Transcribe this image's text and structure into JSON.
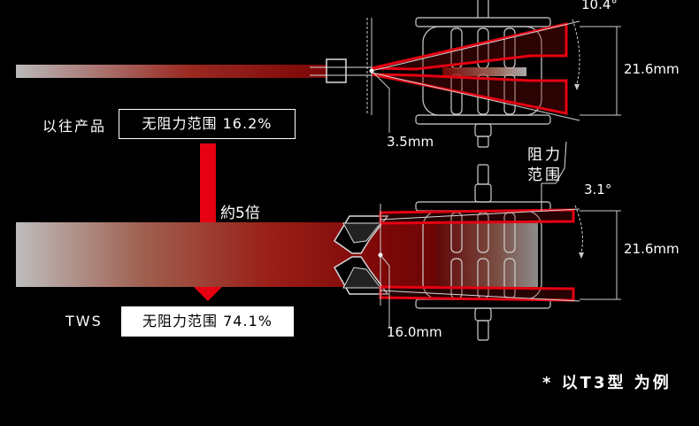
{
  "conventional": {
    "row_label": "以往产品",
    "box_text": "无阻力范围 16.2%",
    "angle": "10.4°",
    "height": "21.6mm",
    "width": "3.5mm"
  },
  "tws": {
    "row_label": "TWS",
    "box_text": "无阻力范围 74.1%",
    "angle": "3.1°",
    "height": "21.6mm",
    "width": "16.0mm"
  },
  "arrow_label": "約5倍",
  "range_label_line1": "阻力",
  "range_label_line2": "范围",
  "footnote": "* 以T3型 为例",
  "colors": {
    "accent_red": "#e60012",
    "dark_red": "#8b0a0a",
    "line_gray": "#bdbdbd"
  }
}
